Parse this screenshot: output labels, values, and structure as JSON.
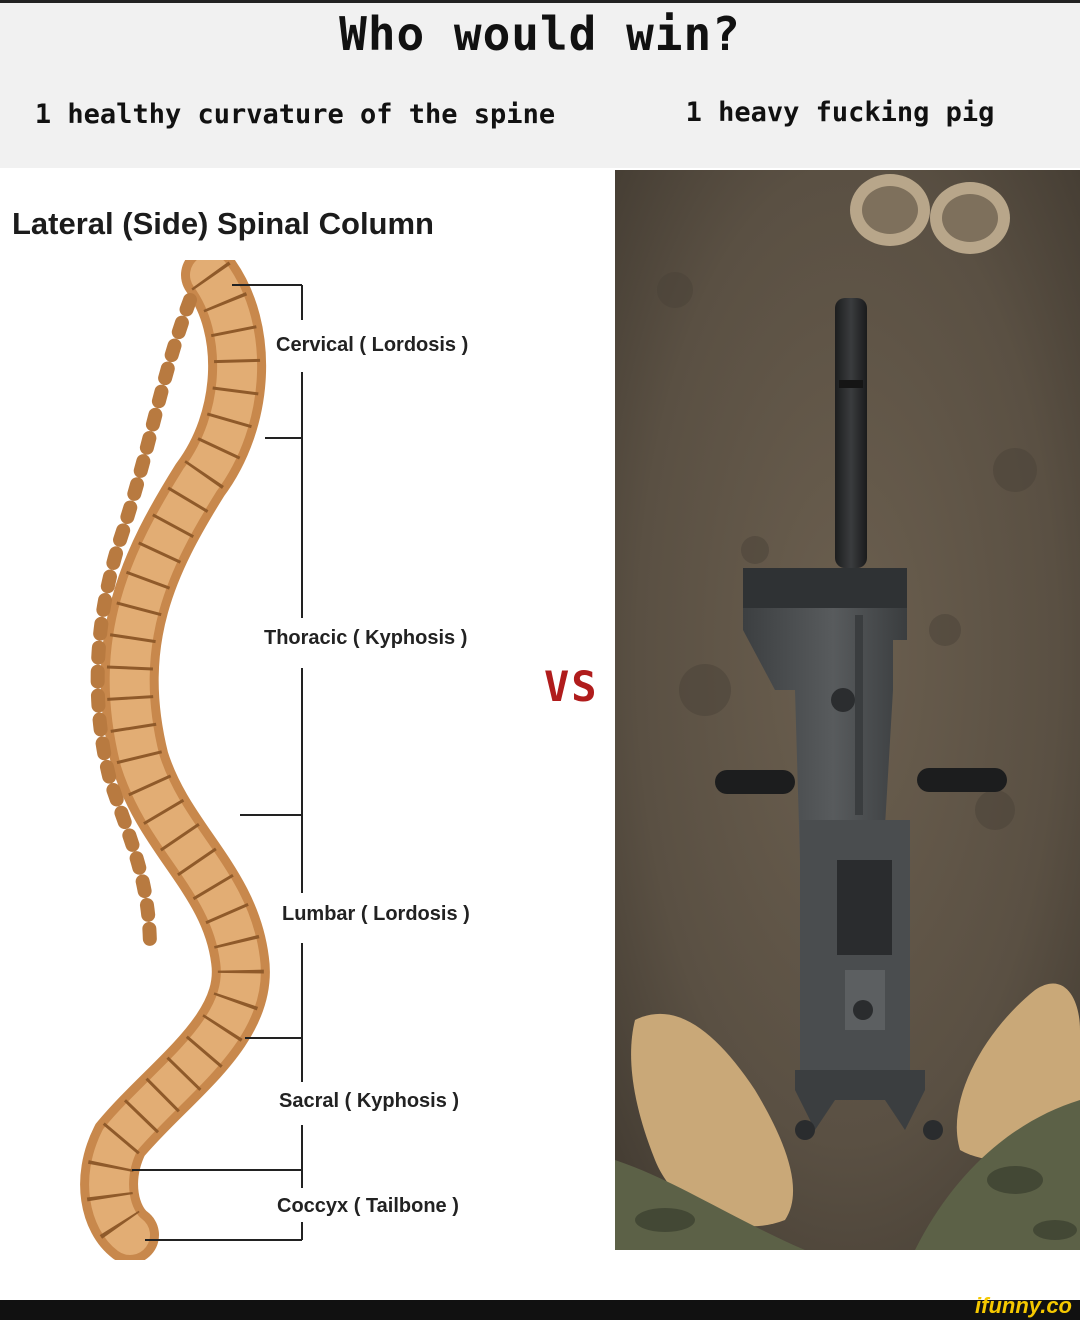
{
  "header": {
    "title": "Who would win?",
    "left_caption": "1 healthy curvature of the spine",
    "right_caption": "1 heavy fucking pig"
  },
  "diagram": {
    "title": "Lateral (Side) Spinal Column",
    "labels": {
      "cervical": "Cervical ( Lordosis )",
      "thoracic": "Thoracic ( Kyphosis )",
      "lumbar": "Lumbar ( Lordosis )",
      "sacral": "Sacral ( Kyphosis )",
      "coccyx": "Coccyx ( Tailbone )"
    }
  },
  "versus": "VS",
  "watermark": "ifunny.co",
  "colors": {
    "bone": "#d9a066",
    "bone_dark": "#9c6430",
    "vs_red": "#b01c1c",
    "ground": "#6e6252",
    "gun_metal": "#4a4d4f"
  }
}
